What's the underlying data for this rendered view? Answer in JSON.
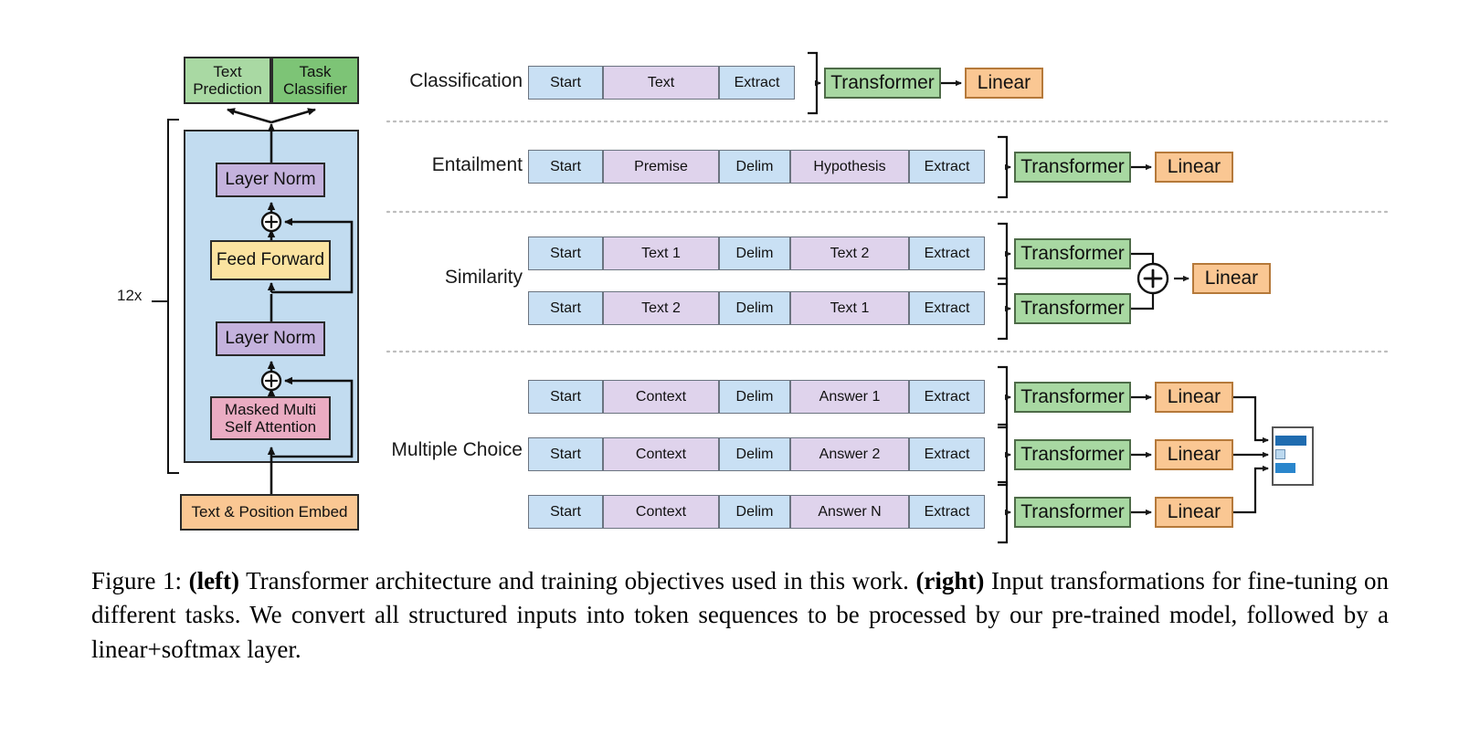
{
  "figure": {
    "number": "Figure 1:",
    "caption_parts": {
      "left_tag": "(left)",
      "text1": " Transformer architecture and training objectives used in this work. ",
      "right_tag": "(right)",
      "text2": " Input transformations for fine-tuning on different tasks. We convert all structured inputs into token sequences to be processed by our pre-trained model, followed by a linear+softmax layer."
    }
  },
  "colors": {
    "token_blue": "#c9e0f4",
    "token_purple": "#dfd3ec",
    "transformer_green": "#a8d8a2",
    "linear_orange": "#fac793",
    "layernorm_purple": "#c4b2dd",
    "feedforward_yellow": "#fbe3a0",
    "attention_pink": "#eaacc2",
    "stack_background_blue": "#c2dcf0",
    "head_green_light": "#a9d9a3",
    "head_green_dark": "#7dc476",
    "softmax_bar_dark": "#1f6cb0",
    "softmax_bar_mid": "#2a86cc",
    "softmax_bar_light": "#bcd9ef",
    "dotted_rule": "#b9b9b9",
    "stroke": "#1a1a1a"
  },
  "left_diagram": {
    "heads": [
      {
        "label": "Text\nPrediction",
        "shade": "light"
      },
      {
        "label": "Task\nClassifier",
        "shade": "dark"
      }
    ],
    "repeat_label": "12x",
    "blocks": [
      {
        "name": "layer-norm-top",
        "label": "Layer Norm"
      },
      {
        "name": "feed-forward",
        "label": "Feed Forward"
      },
      {
        "name": "layer-norm-bottom",
        "label": "Layer Norm"
      },
      {
        "name": "masked-attention",
        "label": "Masked Multi\nSelf Attention"
      }
    ],
    "residual_symbol": "+",
    "embedding": {
      "label": "Text & Position Embed"
    }
  },
  "right_diagram": {
    "rows": [
      {
        "task": "Classification",
        "sequences": [
          {
            "tokens": [
              {
                "text": "Start",
                "kind": "blue",
                "w": 82
              },
              {
                "text": "Text",
                "kind": "purple",
                "w": 127
              },
              {
                "text": "Extract",
                "kind": "blue",
                "w": 83
              }
            ],
            "transformer": "Transformer",
            "linear": "Linear"
          }
        ],
        "merge": "none",
        "output": "linear"
      },
      {
        "task": "Entailment",
        "sequences": [
          {
            "tokens": [
              {
                "text": "Start",
                "kind": "blue",
                "w": 82
              },
              {
                "text": "Premise",
                "kind": "purple",
                "w": 127
              },
              {
                "text": "Delim",
                "kind": "blue",
                "w": 78
              },
              {
                "text": "Hypothesis",
                "kind": "purple",
                "w": 130
              },
              {
                "text": "Extract",
                "kind": "blue",
                "w": 83
              }
            ],
            "transformer": "Transformer",
            "linear": "Linear"
          }
        ],
        "merge": "none",
        "output": "linear"
      },
      {
        "task": "Similarity",
        "sequences": [
          {
            "tokens": [
              {
                "text": "Start",
                "kind": "blue",
                "w": 82
              },
              {
                "text": "Text 1",
                "kind": "purple",
                "w": 127
              },
              {
                "text": "Delim",
                "kind": "blue",
                "w": 78
              },
              {
                "text": "Text 2",
                "kind": "purple",
                "w": 130
              },
              {
                "text": "Extract",
                "kind": "blue",
                "w": 83
              }
            ],
            "transformer": "Transformer"
          },
          {
            "tokens": [
              {
                "text": "Start",
                "kind": "blue",
                "w": 82
              },
              {
                "text": "Text 2",
                "kind": "purple",
                "w": 127
              },
              {
                "text": "Delim",
                "kind": "blue",
                "w": 78
              },
              {
                "text": "Text 1",
                "kind": "purple",
                "w": 130
              },
              {
                "text": "Extract",
                "kind": "blue",
                "w": 83
              }
            ],
            "transformer": "Transformer"
          }
        ],
        "merge": "sum",
        "merge_symbol": "+",
        "linear": "Linear",
        "output": "linear"
      },
      {
        "task": "Multiple Choice",
        "sequences": [
          {
            "tokens": [
              {
                "text": "Start",
                "kind": "blue",
                "w": 82
              },
              {
                "text": "Context",
                "kind": "purple",
                "w": 127
              },
              {
                "text": "Delim",
                "kind": "blue",
                "w": 78
              },
              {
                "text": "Answer 1",
                "kind": "purple",
                "w": 130
              },
              {
                "text": "Extract",
                "kind": "blue",
                "w": 83
              }
            ],
            "transformer": "Transformer",
            "linear": "Linear"
          },
          {
            "tokens": [
              {
                "text": "Start",
                "kind": "blue",
                "w": 82
              },
              {
                "text": "Context",
                "kind": "purple",
                "w": 127
              },
              {
                "text": "Delim",
                "kind": "blue",
                "w": 78
              },
              {
                "text": "Answer 2",
                "kind": "purple",
                "w": 130
              },
              {
                "text": "Extract",
                "kind": "blue",
                "w": 83
              }
            ],
            "transformer": "Transformer",
            "linear": "Linear"
          },
          {
            "tokens": [
              {
                "text": "Start",
                "kind": "blue",
                "w": 82
              },
              {
                "text": "Context",
                "kind": "purple",
                "w": 127
              },
              {
                "text": "Delim",
                "kind": "blue",
                "w": 78
              },
              {
                "text": "Answer N",
                "kind": "purple",
                "w": 130
              },
              {
                "text": "Extract",
                "kind": "blue",
                "w": 83
              }
            ],
            "transformer": "Transformer",
            "linear": "Linear"
          }
        ],
        "merge": "softmax",
        "output": "softmax-bars",
        "softmax_bars": [
          {
            "value": 0.82,
            "shade": "dark"
          },
          {
            "value": 0.08,
            "shade": "light"
          },
          {
            "value": 0.42,
            "shade": "mid"
          }
        ]
      }
    ]
  }
}
